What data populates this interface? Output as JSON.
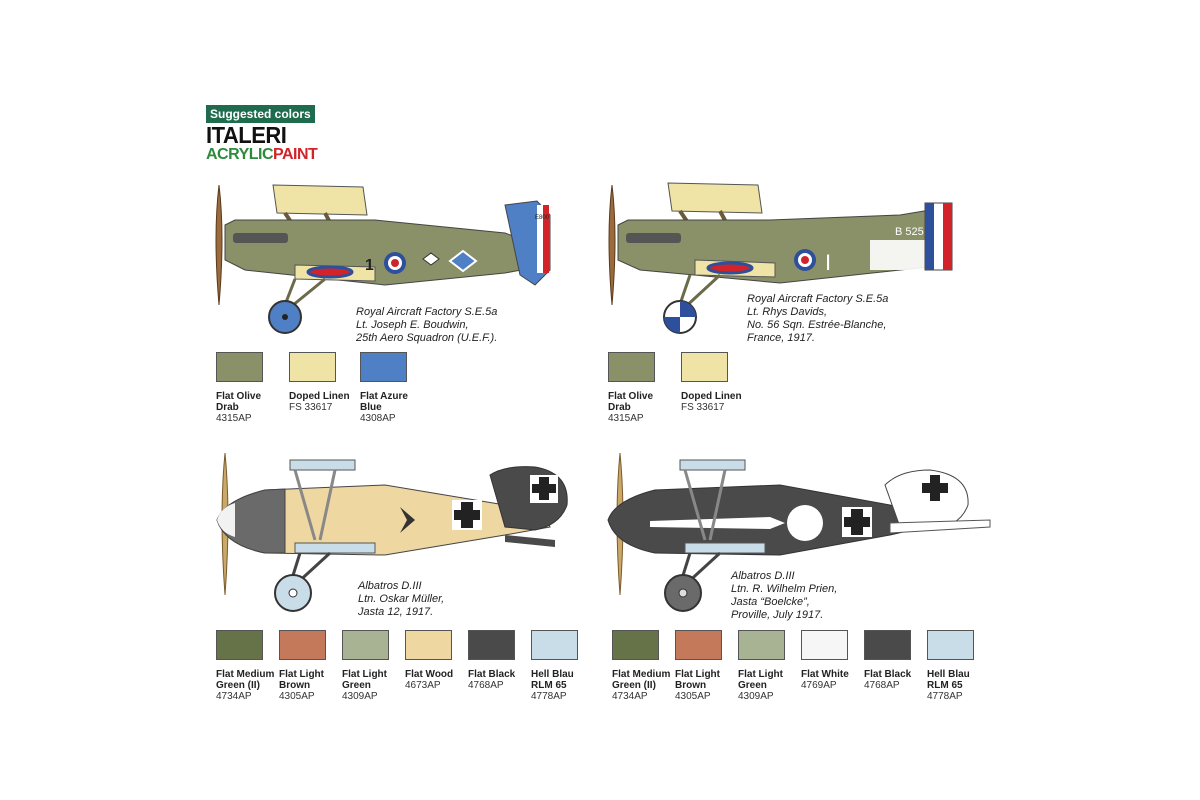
{
  "brand": {
    "tag": "Suggested colors",
    "name": "ITALERI",
    "acrylic_part1": "ACRYLIC",
    "acrylic_part2": "PAINT"
  },
  "colors": {
    "olive": "#8a9168",
    "linen": "#efe3a6",
    "azure": "#4f7fc4",
    "medgreen": "#667349",
    "lightbrown": "#c47a5a",
    "lightgreen": "#a8b393",
    "wood": "#efd7a2",
    "black": "#4a4a4a",
    "hellblau": "#c9dde9",
    "white": "#f6f6f6",
    "roundel_red": "#d2232a",
    "roundel_blue": "#2d4f9c"
  },
  "aircraft": [
    {
      "caption": [
        "Royal Aircraft Factory S.E.5a",
        "Lt. Joseph E. Boudwin,",
        "25th Aero Squadron (U.E.F.)."
      ],
      "fuselage_mark": "1",
      "tail_mark": "E800",
      "swatches": [
        {
          "name": [
            "Flat Olive",
            "Drab"
          ],
          "code": "4315AP",
          "color": "#8a9168"
        },
        {
          "name": [
            "Doped Linen"
          ],
          "code": "FS 33617",
          "color": "#efe3a6"
        },
        {
          "name": [
            "Flat Azure",
            "Blue"
          ],
          "code": "4308AP",
          "color": "#4f7fc4"
        }
      ]
    },
    {
      "caption": [
        "Royal Aircraft Factory S.E.5a",
        "Lt. Rhys Davids,",
        "No. 56 Sqn. Estrée-Blanche,",
        "France, 1917."
      ],
      "fuselage_mark": "I",
      "tail_mark": "B 525",
      "swatches": [
        {
          "name": [
            "Flat Olive",
            "Drab"
          ],
          "code": "4315AP",
          "color": "#8a9168"
        },
        {
          "name": [
            "Doped Linen"
          ],
          "code": "FS 33617",
          "color": "#efe3a6"
        }
      ]
    },
    {
      "caption": [
        "Albatros D.III",
        "Ltn. Oskar Müller,",
        "Jasta 12, 1917."
      ],
      "swatches": [
        {
          "name": [
            "Flat Medium",
            "Green (II)"
          ],
          "code": "4734AP",
          "color": "#667349"
        },
        {
          "name": [
            "Flat Light",
            "Brown"
          ],
          "code": "4305AP",
          "color": "#c47a5a"
        },
        {
          "name": [
            "Flat Light",
            "Green"
          ],
          "code": "4309AP",
          "color": "#a8b393"
        },
        {
          "name": [
            "Flat Wood"
          ],
          "code": "4673AP",
          "color": "#efd7a2"
        },
        {
          "name": [
            "Flat Black"
          ],
          "code": "4768AP",
          "color": "#4a4a4a"
        },
        {
          "name": [
            "Hell Blau",
            "RLM 65"
          ],
          "code": "4778AP",
          "color": "#c9dde9"
        }
      ]
    },
    {
      "caption": [
        "Albatros D.III",
        "Ltn. R. Wilhelm Prien,",
        "Jasta “Boelcke”,",
        "Proville, July 1917."
      ],
      "swatches": [
        {
          "name": [
            "Flat Medium",
            "Green (II)"
          ],
          "code": "4734AP",
          "color": "#667349"
        },
        {
          "name": [
            "Flat Light",
            "Brown"
          ],
          "code": "4305AP",
          "color": "#c47a5a"
        },
        {
          "name": [
            "Flat Light",
            "Green"
          ],
          "code": "4309AP",
          "color": "#a8b393"
        },
        {
          "name": [
            "Flat White"
          ],
          "code": "4769AP",
          "color": "#f6f6f6"
        },
        {
          "name": [
            "Flat Black"
          ],
          "code": "4768AP",
          "color": "#4a4a4a"
        },
        {
          "name": [
            "Hell Blau",
            "RLM 65"
          ],
          "code": "4778AP",
          "color": "#c9dde9"
        }
      ]
    }
  ]
}
